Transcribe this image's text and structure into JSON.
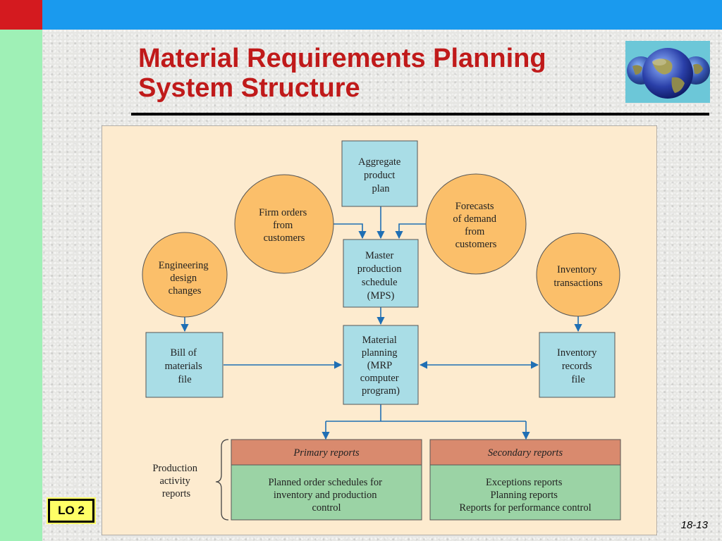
{
  "slide": {
    "title_line1": "Material Requirements Planning",
    "title_line2": "System Structure",
    "lo_badge": "LO 2",
    "page_number": "18-13"
  },
  "colors": {
    "top_bar": "#1a9aee",
    "red_square": "#d41a1f",
    "left_bar": "#9ff0b6",
    "title": "#c01a1a",
    "diagram_bg": "#fdebcf",
    "box_blue": "#a9dde6",
    "circle_orange": "#fbbf6a",
    "report_header": "#d98a6e",
    "report_body": "#9bd3a5",
    "arrow": "#1f6fb4"
  },
  "diagram": {
    "aggregate": [
      "Aggregate",
      "product",
      "plan"
    ],
    "firm_orders": [
      "Firm orders",
      "from",
      "customers"
    ],
    "forecasts": [
      "Forecasts",
      "of demand",
      "from",
      "customers"
    ],
    "engineering": [
      "Engineering",
      "design",
      "changes"
    ],
    "inventory_transactions": [
      "Inventory",
      "transactions"
    ],
    "mps": [
      "Master",
      "production",
      "schedule",
      "(MPS)"
    ],
    "bom": [
      "Bill of",
      "materials",
      "file"
    ],
    "mrp": [
      "Material",
      "planning",
      "(MRP",
      "computer",
      "program)"
    ],
    "inventory_records": [
      "Inventory",
      "records",
      "file"
    ],
    "production_activity": [
      "Production",
      "activity",
      "reports"
    ],
    "primary_header": "Primary reports",
    "primary_body": [
      "Planned order schedules for",
      "inventory and production",
      "control"
    ],
    "secondary_header": "Secondary reports",
    "secondary_body": [
      "Exceptions reports",
      "Planning reports",
      "Reports for performance control"
    ]
  }
}
